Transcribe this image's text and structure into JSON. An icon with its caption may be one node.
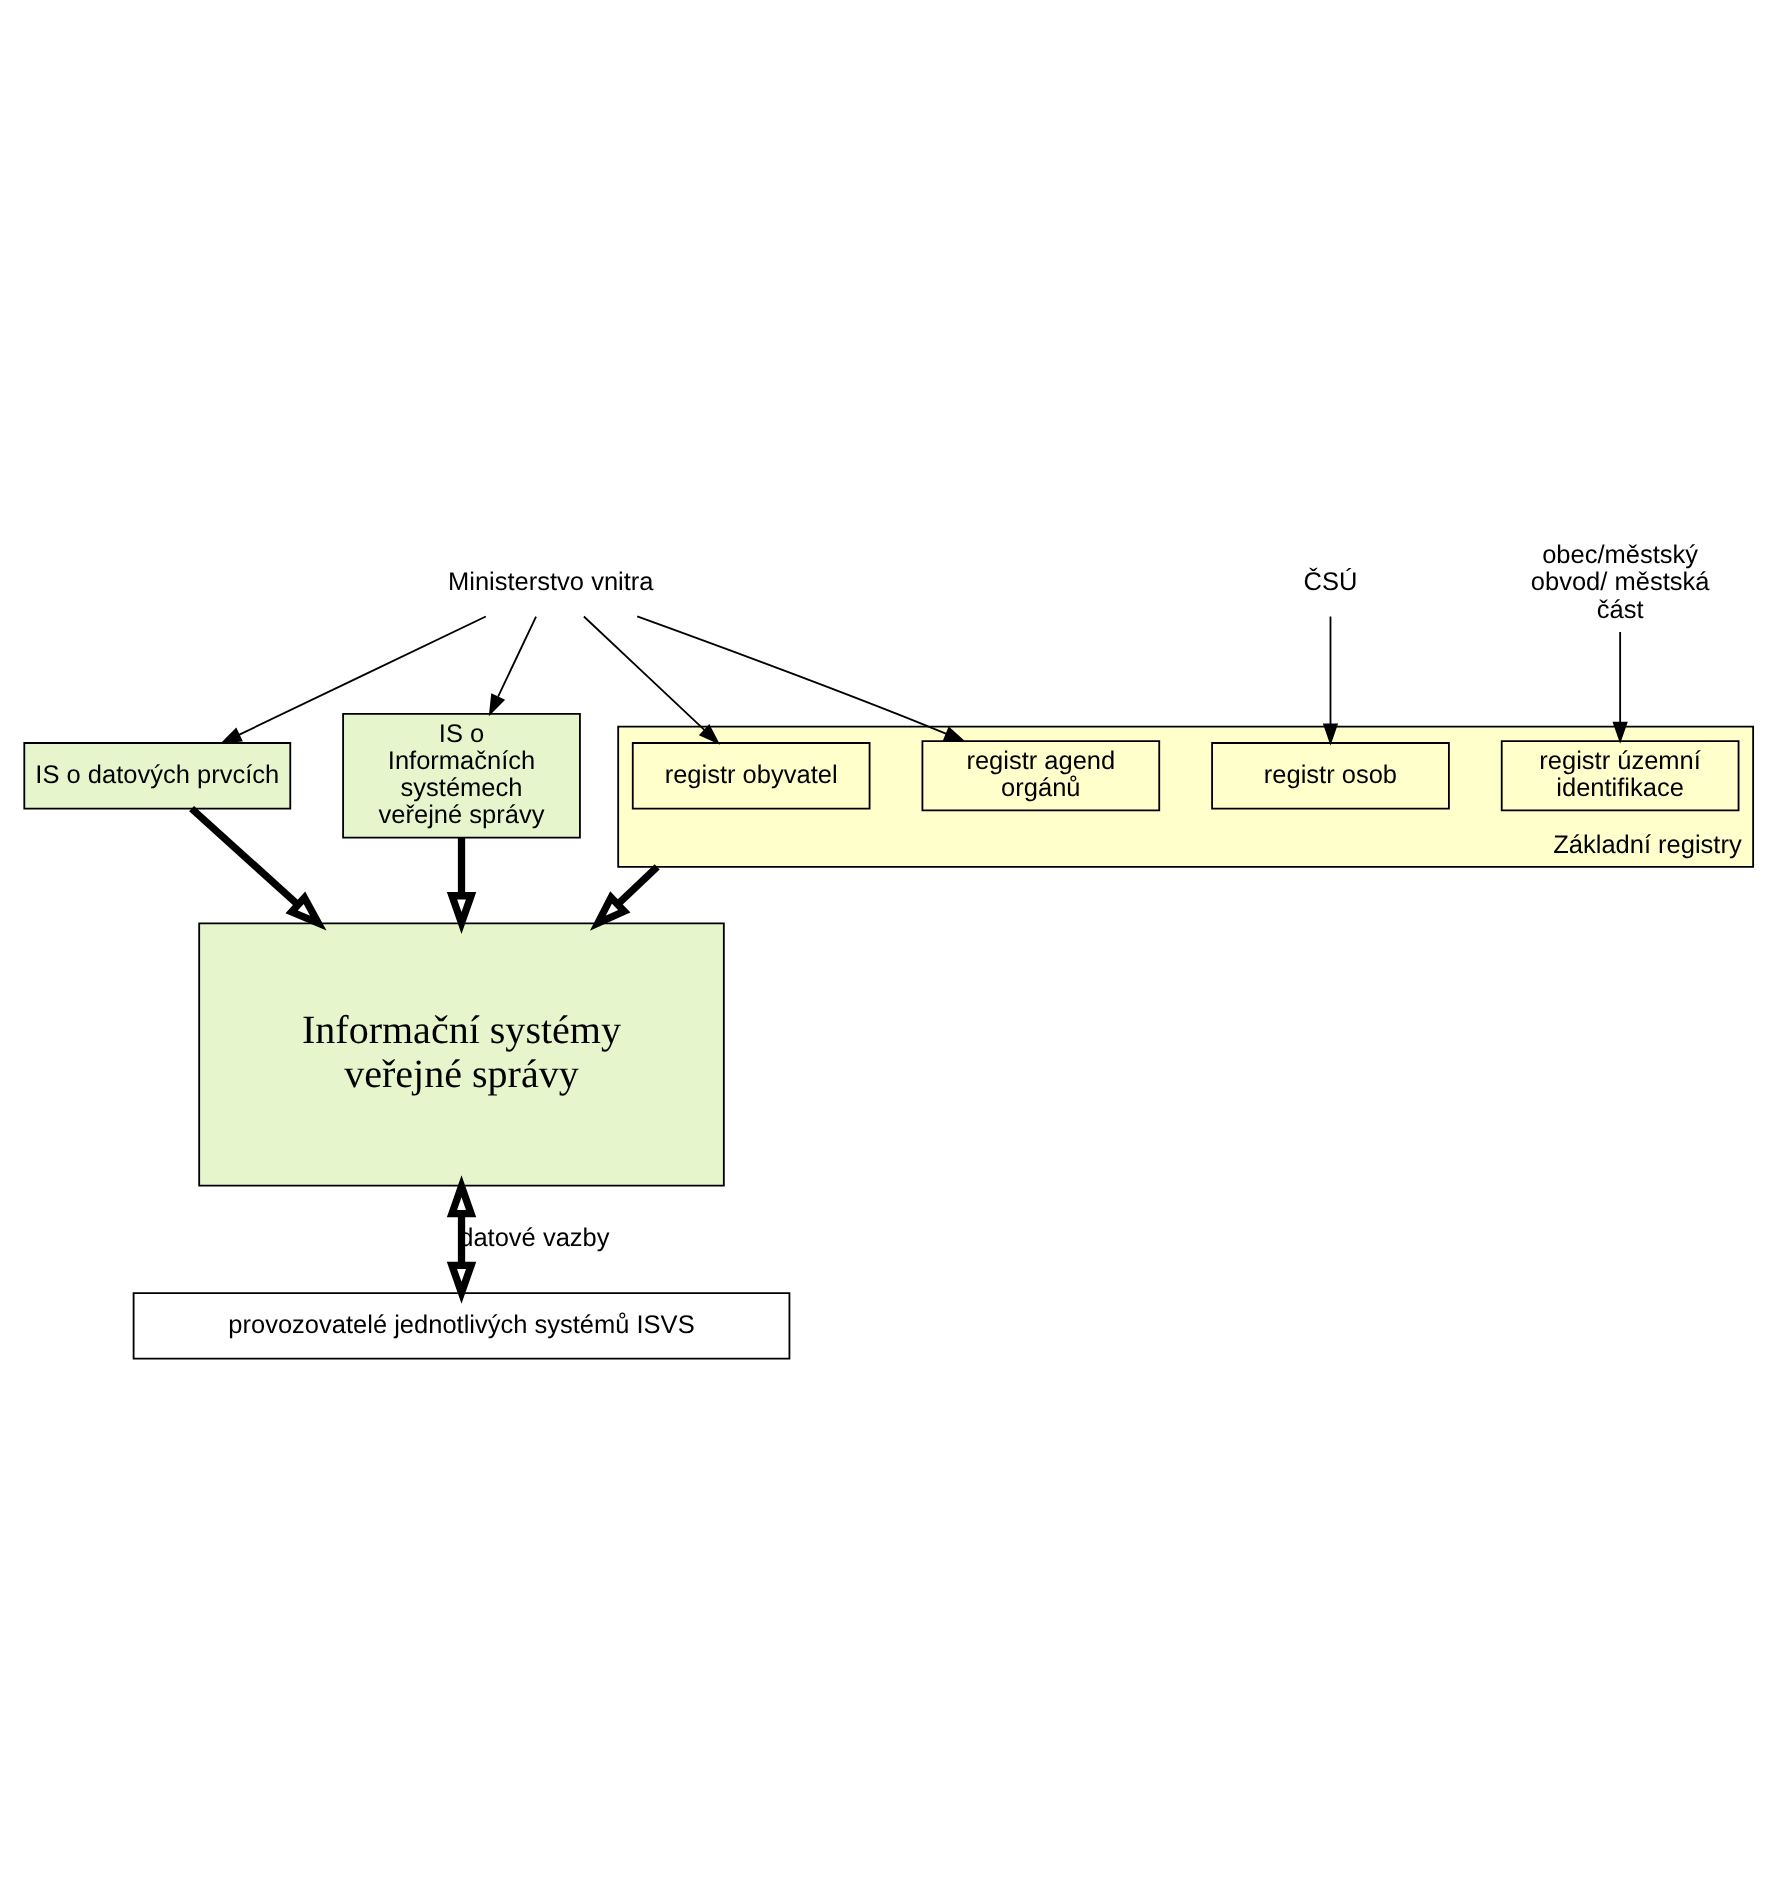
{
  "diagram": {
    "nodes": [
      {
        "text": [
          "Ministerstvo vnitra"
        ]
      },
      {
        "text": [
          "ČSÚ"
        ]
      },
      {
        "text": [
          "obec/městský obvod/ městská část"
        ]
      },
      {
        "text": [
          "Základní registry"
        ]
      },
      {
        "text": [
          "registr obyvatel"
        ],
        "in": 3
      },
      {
        "text": [
          "registr agend orgánů"
        ],
        "in": 3
      },
      {
        "text": [
          "registr osob"
        ],
        "in": 3
      },
      {
        "text": [
          "registr územní identifikace"
        ],
        "in": 3
      },
      {
        "text": [
          "IS o datových prvcích"
        ]
      },
      {
        "text": [
          "IS o Informačních systémech veřejné správy"
        ]
      },
      {
        "text": [
          "Informační systémy veřejné správy"
        ]
      },
      {
        "text": [
          "provozovatelé jednotlivých systémů ISVS"
        ]
      }
    ],
    "edges": [
      {
        "from": 0,
        "to": 4,
        "arrow": "to"
      },
      {
        "from": 0,
        "to": 5,
        "arrow": "to"
      },
      {
        "from": 1,
        "to": 6,
        "arrow": "to"
      },
      {
        "from": 2,
        "to": 7,
        "arrow": "to"
      },
      {
        "from": 0,
        "to": 8,
        "arrow": "to"
      },
      {
        "from": 0,
        "to": 9,
        "arrow": "to"
      },
      {
        "from": 3,
        "to": 10,
        "arrow": "to",
        "style": "thick"
      },
      {
        "from": 8,
        "to": 10,
        "arrow": "to",
        "style": "thick"
      },
      {
        "from": 9,
        "to": 10,
        "arrow": "to",
        "style": "thick"
      },
      {
        "from": 10,
        "to": 11,
        "arrow": "both",
        "style": "thick",
        "label": "datové vazby"
      }
    ]
  }
}
